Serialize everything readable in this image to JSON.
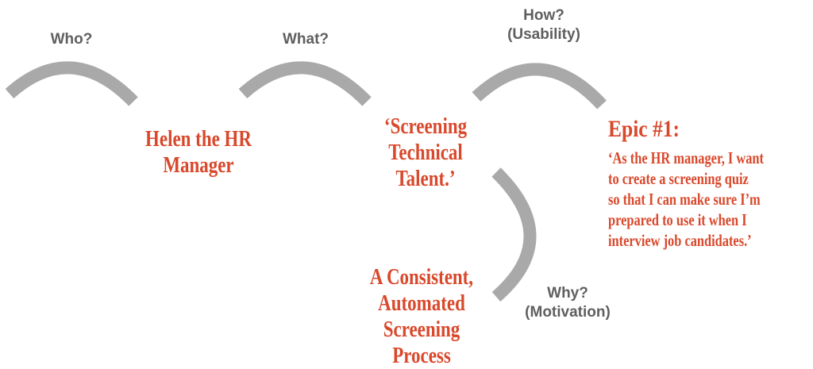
{
  "questions": {
    "who": "Who?",
    "what": "What?",
    "how": [
      "How?",
      "(Usability)"
    ],
    "why": [
      "Why?",
      "(Motivation)"
    ]
  },
  "answers": {
    "who": [
      "Helen the HR",
      "Manager"
    ],
    "what": [
      "‘Screening",
      "Technical",
      "Talent.’"
    ],
    "why": [
      "A Consistent,",
      "Automated",
      "Screening",
      "Process"
    ]
  },
  "epic": {
    "title": "Epic #1:",
    "lines": [
      "‘As the HR manager, I want",
      "to create a screening quiz",
      "so that I can make sure I’m",
      "prepared to use it when I",
      "interview job candidates.’"
    ]
  },
  "colors": {
    "arc": "#a9a9a9",
    "question_text": "#5f5f5f",
    "answer_text": "#d9482b"
  }
}
